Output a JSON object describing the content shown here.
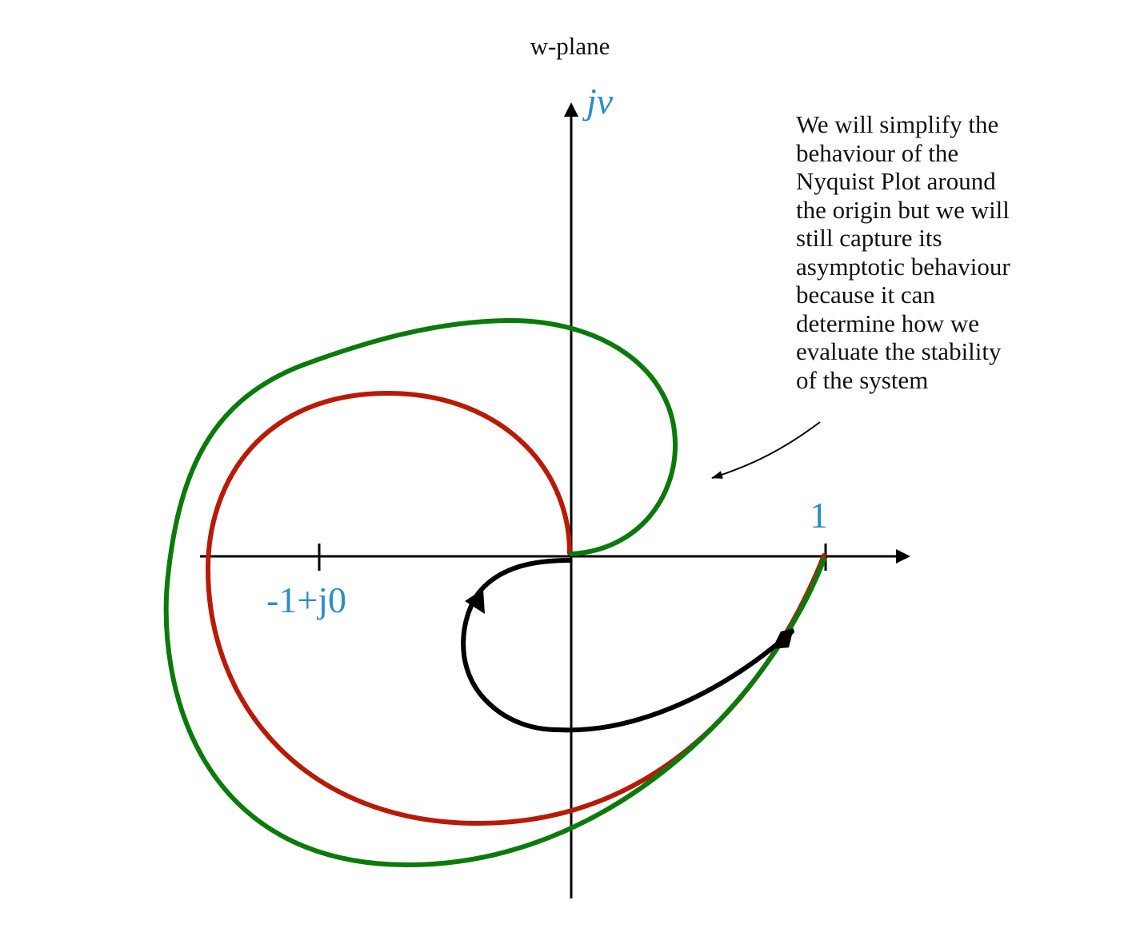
{
  "title": "w-plane",
  "axis_labels": {
    "imaginary": "jv",
    "real_tick": "1",
    "critical_point": "-1+j0"
  },
  "annotation": "We will simplify the\nbehaviour of the\nNyquist Plot around\nthe origin but we will\nstill capture its\nasymptotic behaviour\nbecause it can\ndetermine how we\nevaluate the stability\nof the system",
  "colors": {
    "axis": "#000000",
    "label_blue": "#2b8dc6",
    "red_curve": "#b81a04",
    "green_curve": "#0b7a0b",
    "black_contour": "#000000"
  },
  "icons": {
    "contour_direction": "arrowhead"
  }
}
